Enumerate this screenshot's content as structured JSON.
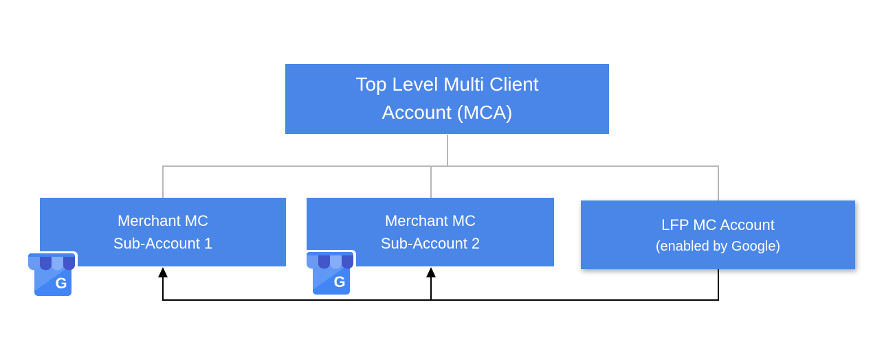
{
  "colors": {
    "background": "#ffffff",
    "box_fill": "#4a86e8",
    "box_text": "#ffffff",
    "tree_line": "#b7b7b7",
    "feed_line": "#000000",
    "icon_body": "#4285f4",
    "icon_awning_bar": "#4285f4",
    "icon_stripe_light1": "#6b9af3",
    "icon_stripe_dark": "#4156c8",
    "icon_stripe_light2": "#85adf8"
  },
  "diagram": {
    "root": {
      "line1": "Top Level Multi Client",
      "line2": "Account (MCA)"
    },
    "children": [
      {
        "line1": "Merchant MC",
        "line2": "Sub-Account 1"
      },
      {
        "line1": "Merchant MC",
        "line2": "Sub-Account 2"
      },
      {
        "line1": "LFP MC Account",
        "line2": "(enabled by Google)"
      }
    ],
    "icon_letter": "G"
  }
}
